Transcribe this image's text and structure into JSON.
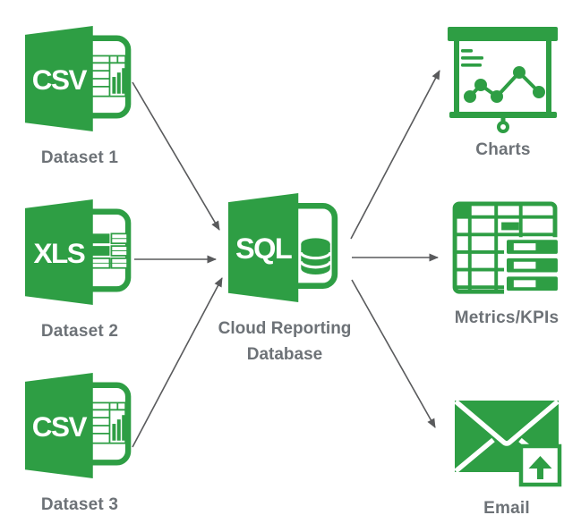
{
  "diagram": {
    "colors": {
      "accent_green": "#2E9E44",
      "arrow_gray": "#595A5C",
      "label_gray": "#6D7277",
      "background": "#ffffff"
    },
    "sources": [
      {
        "id": "dataset-1",
        "file_type": "CSV",
        "label": "Dataset 1"
      },
      {
        "id": "dataset-2",
        "file_type": "XLS",
        "label": "Dataset 2"
      },
      {
        "id": "dataset-3",
        "file_type": "CSV",
        "label": "Dataset 3"
      }
    ],
    "hub": {
      "id": "cloud-reporting-database",
      "file_type": "SQL",
      "label_line1": "Cloud Reporting",
      "label_line2": "Database"
    },
    "outputs": [
      {
        "id": "charts",
        "label": "Charts",
        "icon": "presentation-line-chart-icon"
      },
      {
        "id": "metrics-kpis",
        "label": "Metrics/KPIs",
        "icon": "table-kpi-icon"
      },
      {
        "id": "email",
        "label": "Email",
        "icon": "envelope-upload-icon"
      }
    ],
    "connections": [
      {
        "from": "dataset-1",
        "to": "cloud-reporting-database"
      },
      {
        "from": "dataset-2",
        "to": "cloud-reporting-database"
      },
      {
        "from": "dataset-3",
        "to": "cloud-reporting-database"
      },
      {
        "from": "cloud-reporting-database",
        "to": "charts"
      },
      {
        "from": "cloud-reporting-database",
        "to": "metrics-kpis"
      },
      {
        "from": "cloud-reporting-database",
        "to": "email"
      }
    ]
  }
}
